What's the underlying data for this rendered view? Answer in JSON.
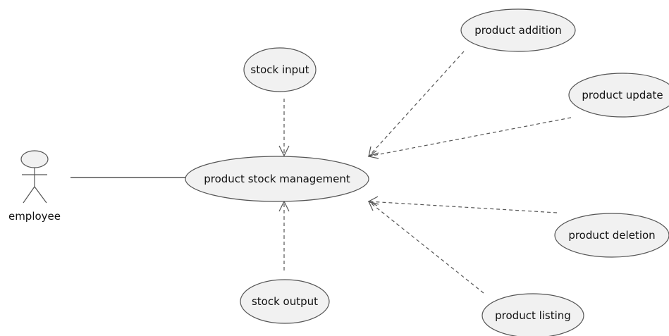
{
  "actor": {
    "name": "employee"
  },
  "use_cases": {
    "central": "product stock management",
    "stock_input": "stock input",
    "stock_output": "stock output",
    "product_addition": "product addition",
    "product_update": "product update",
    "product_deletion": "product deletion",
    "product_listing": "product listing"
  }
}
